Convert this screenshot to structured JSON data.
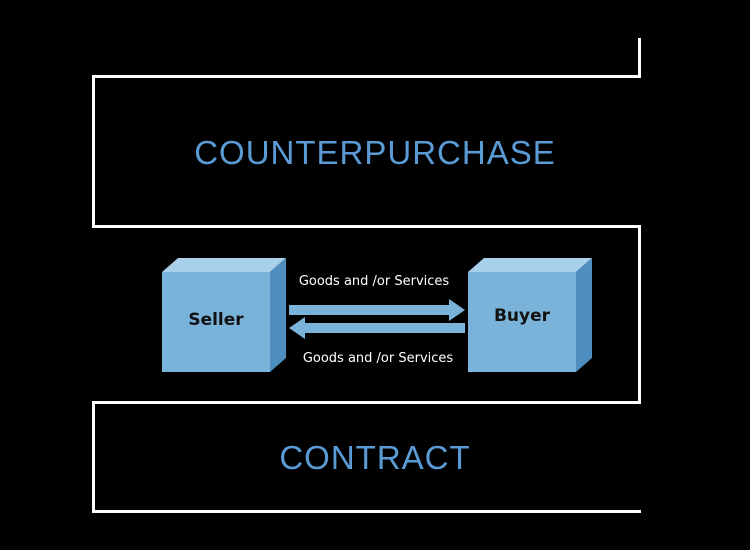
{
  "heading_top": "COUNTERPURCHASE",
  "heading_bottom": "CONTRACT",
  "seller_label": "Seller",
  "buyer_label": "Buyer",
  "flow_forward_label": "Goods and /or Services",
  "flow_back_label": "Goods and /or Services",
  "colors": {
    "background": "#000000",
    "frame": "#ffffff",
    "heading_text": "#5b9bd5",
    "box_front": "#7ab3d9",
    "box_top": "#a9d0ea",
    "box_side": "#4f8fc0",
    "arrow": "#7ab3d9"
  }
}
